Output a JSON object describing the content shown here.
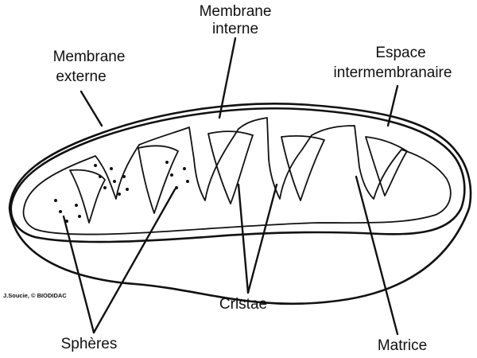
{
  "labels": {
    "membrane_interne_1": "Membrane",
    "membrane_interne_2": "interne",
    "membrane_externe_1": "Membrane",
    "membrane_externe_2": "externe",
    "espace_1": "Espace",
    "espace_2": "intermembranaire",
    "cristae": "Cristae",
    "spheres": "Sphères",
    "matrice": "Matrice"
  },
  "credit": "J.Soucie, © BIODIDAC"
}
